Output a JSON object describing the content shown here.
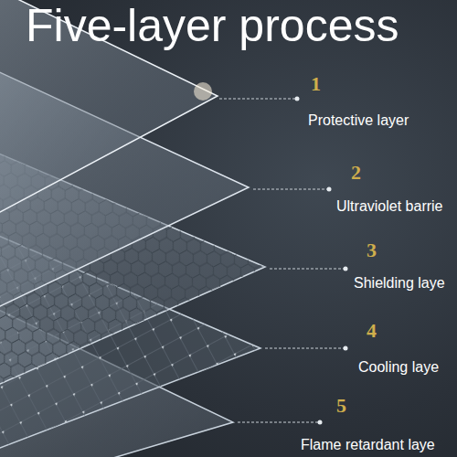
{
  "diagram": {
    "title": "Five-layer process",
    "labels": [
      "1",
      "Protective layer",
      "2",
      "Ultraviolet barrie",
      "3",
      "Shielding laye",
      "4",
      "Cooling laye",
      "5",
      "Flame retardant laye"
    ]
  }
}
